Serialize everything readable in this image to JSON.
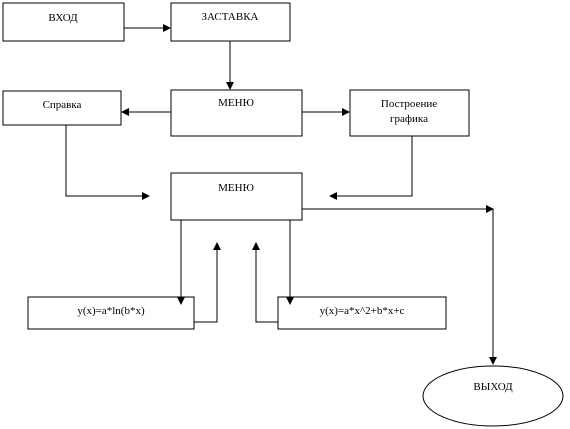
{
  "diagram": {
    "line_color": "#000000",
    "background": "#ffffff",
    "nodes": {
      "vhod": "ВХОД",
      "zastavka": "ЗАСТАВКА",
      "menu_top": "МЕНЮ",
      "spravka": "Справка",
      "postroenie_line1": "Построение",
      "postroenie_line2": "графика",
      "menu_mid": "МЕНЮ",
      "formula_log": "y(x)=a*ln(b*x)",
      "formula_quad": "y(x)=a*x^2+b*x+c",
      "vyhod": "ВЫХОД"
    }
  }
}
